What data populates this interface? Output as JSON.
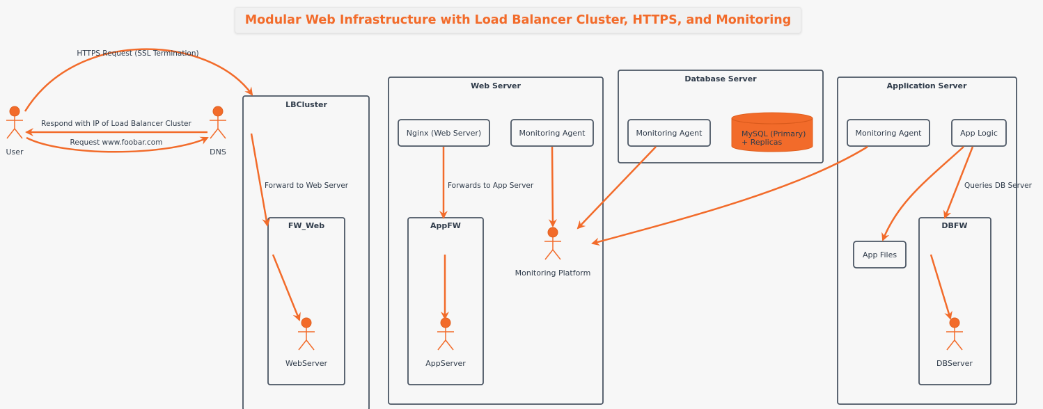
{
  "title": "Modular Web Infrastructure with Load Balancer Cluster, HTTPS, and Monitoring",
  "colors": {
    "accent": "#f26b2a",
    "border": "#4a5563",
    "text": "#2f3b4a",
    "background": "#f7f7f7"
  },
  "actors": {
    "user": "User",
    "dns": "DNS",
    "web_server": "WebServer",
    "app_server": "AppServer",
    "db_server": "DBServer",
    "monitoring_platform": "Monitoring Platform"
  },
  "clusters": {
    "lbcluster": "LBCluster",
    "fw_web": "FW_Web",
    "web_server": "Web Server",
    "appfw": "AppFW",
    "database_server": "Database Server",
    "application_server": "Application Server",
    "dbfw": "DBFW"
  },
  "nodes": {
    "nginx": "Nginx (Web Server)",
    "web_monitoring": "Monitoring Agent",
    "db_monitoring": "Monitoring Agent",
    "mysql_line1": "MySQL (Primary)",
    "mysql_line2": "+ Replicas",
    "app_monitoring": "Monitoring Agent",
    "app_logic": "App Logic",
    "app_files": "App Files"
  },
  "edges": {
    "https_request": "HTTPS Request (SSL Termination)",
    "dns_respond": "Respond with IP of Load Balancer Cluster",
    "dns_request": "Request www.foobar.com",
    "forward_web": "Forward to Web Server",
    "forward_app": "Forwards to App Server",
    "queries_db": "Queries DB Server"
  }
}
